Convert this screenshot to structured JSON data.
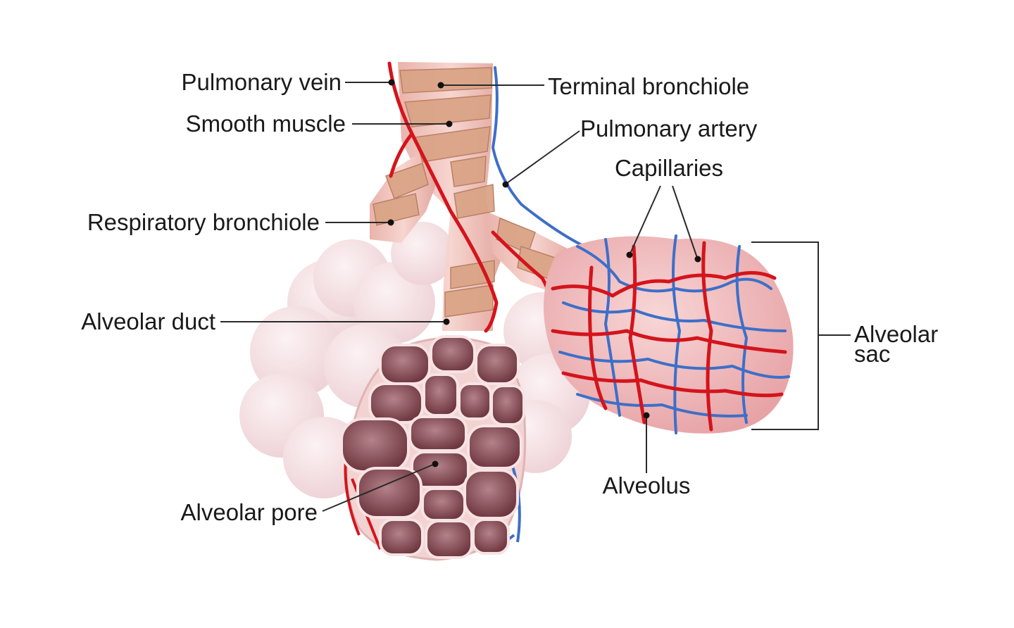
{
  "labels": {
    "pulmonary_vein": "Pulmonary vein",
    "smooth_muscle": "Smooth muscle",
    "respiratory_bronchiole": "Respiratory bronchiole",
    "alveolar_duct": "Alveolar duct",
    "alveolar_pore": "Alveolar pore",
    "terminal_bronchiole": "Terminal bronchiole",
    "pulmonary_artery": "Pulmonary artery",
    "capillaries": "Capillaries",
    "alveolar_sac_line1": "Alveolar",
    "alveolar_sac_line2": "sac",
    "alveolus": "Alveolus"
  },
  "colors": {
    "artery_red": "#d4141c",
    "vein_blue": "#3d6fc9",
    "muscle_tan": "#d9a385",
    "bronchiole_pink": "#f0c4bf",
    "alveoli_pink": "#f3d9dc",
    "cluster_dark": "#7a4148",
    "sac_pink": "#f2b7b7"
  }
}
